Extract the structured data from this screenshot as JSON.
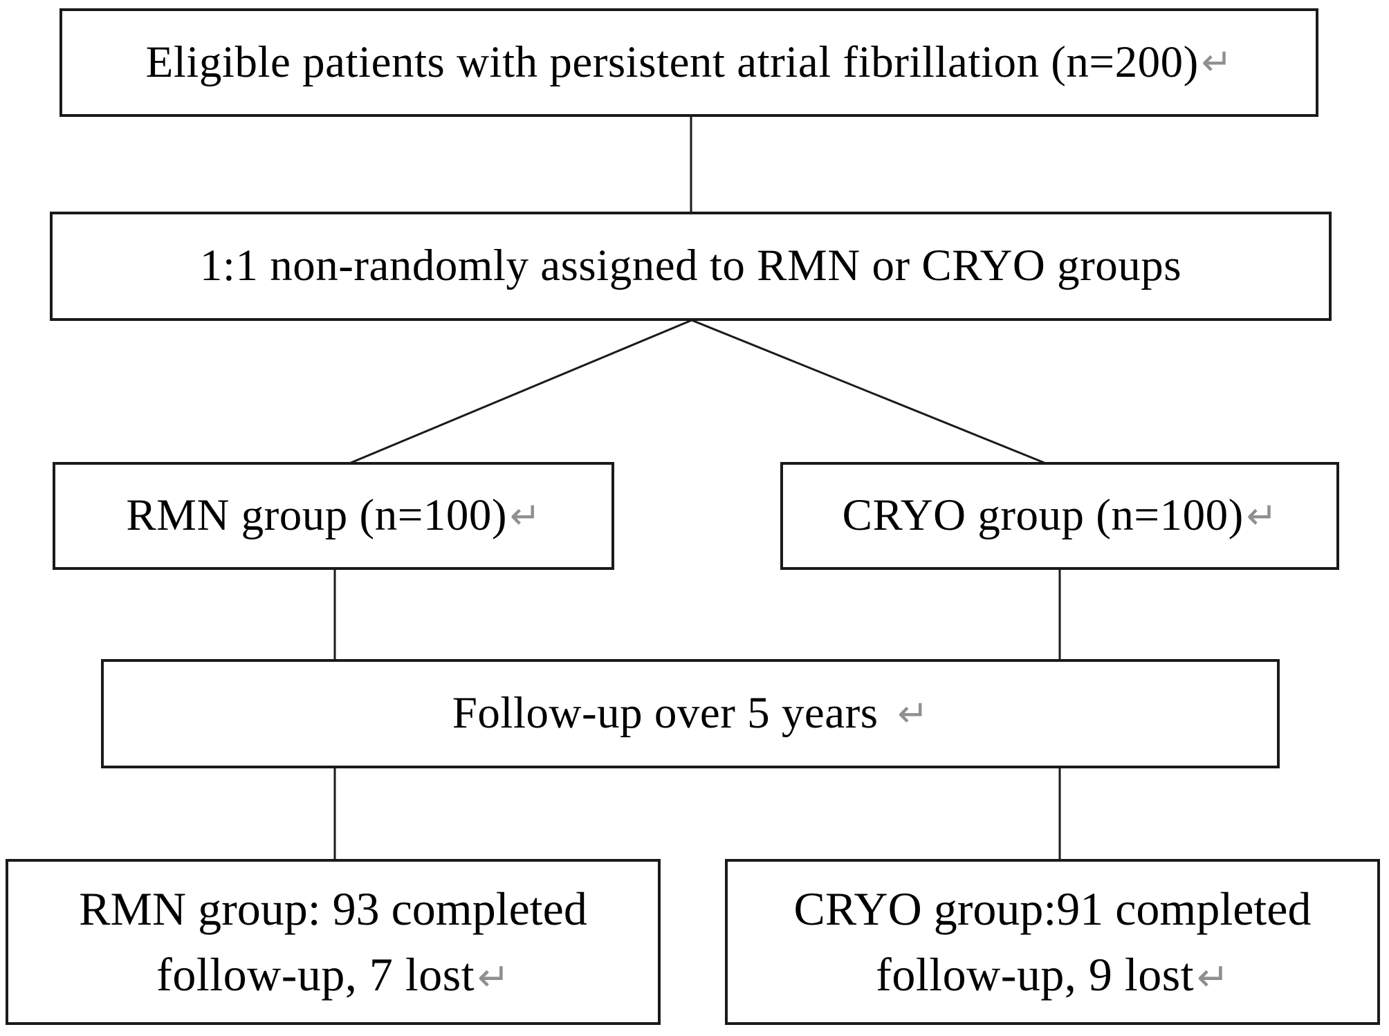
{
  "diagram": {
    "type": "patient-flow-chart",
    "colors": {
      "box_border": "#1a1a1a",
      "connector_line": "#1a1a1a",
      "text": "#000000",
      "return_mark": "#8f8f8f",
      "background": "#ffffff"
    },
    "nodes": {
      "eligible": {
        "text": "Eligible patients with persistent atrial fibrillation (n=200)",
        "return_mark": "↵"
      },
      "assignment": {
        "text": "1:1 non-randomly assigned to RMN or CRYO groups"
      },
      "rmn_group": {
        "text": "RMN group (n=100)",
        "return_mark": "↵"
      },
      "cryo_group": {
        "text": "CRYO group (n=100)",
        "return_mark": "↵"
      },
      "followup": {
        "text": "Follow-up over 5 years",
        "return_mark": "↵"
      },
      "rmn_outcome": {
        "line1": "RMN group: 93 completed",
        "line2": "follow-up, 7 lost",
        "return_mark": "↵"
      },
      "cryo_outcome": {
        "line1": "CRYO group:91 completed",
        "line2": "follow-up, 9 lost",
        "return_mark": "↵"
      }
    }
  }
}
